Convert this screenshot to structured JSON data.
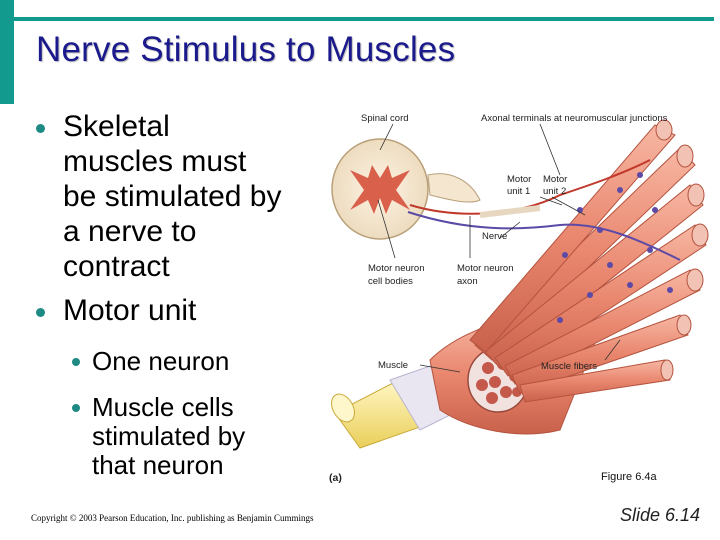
{
  "slide": {
    "title": "Nerve Stimulus to Muscles",
    "bullets": [
      {
        "lines": [
          "Skeletal",
          "muscles must",
          "be stimulated by",
          "a nerve to",
          "contract"
        ]
      },
      {
        "lines": [
          "Motor unit"
        ]
      }
    ],
    "sub_bullets": [
      {
        "lines": [
          "One neuron"
        ]
      },
      {
        "lines": [
          "Muscle cells",
          "stimulated by",
          "that neuron"
        ]
      }
    ],
    "copyright": "Copyright © 2003 Pearson Education, Inc. publishing as Benjamin Cummings",
    "slide_number": "Slide 6.14"
  },
  "figure": {
    "caption": "Figure 6.4a",
    "part_label": "(a)",
    "labels": {
      "spinal_cord": "Spinal cord",
      "axonal_terminals": "Axonal terminals at neuromuscular junctions",
      "motor_unit1_a": "Motor",
      "motor_unit1_b": "unit 1",
      "motor_unit2_a": "Motor",
      "motor_unit2_b": "unit 2",
      "nerve": "Nerve",
      "cell_bodies_a": "Motor neuron",
      "cell_bodies_b": "cell bodies",
      "axon_a": "Motor neuron",
      "axon_b": "axon",
      "muscle": "Muscle",
      "muscle_fibers": "Muscle fibers"
    }
  }
}
